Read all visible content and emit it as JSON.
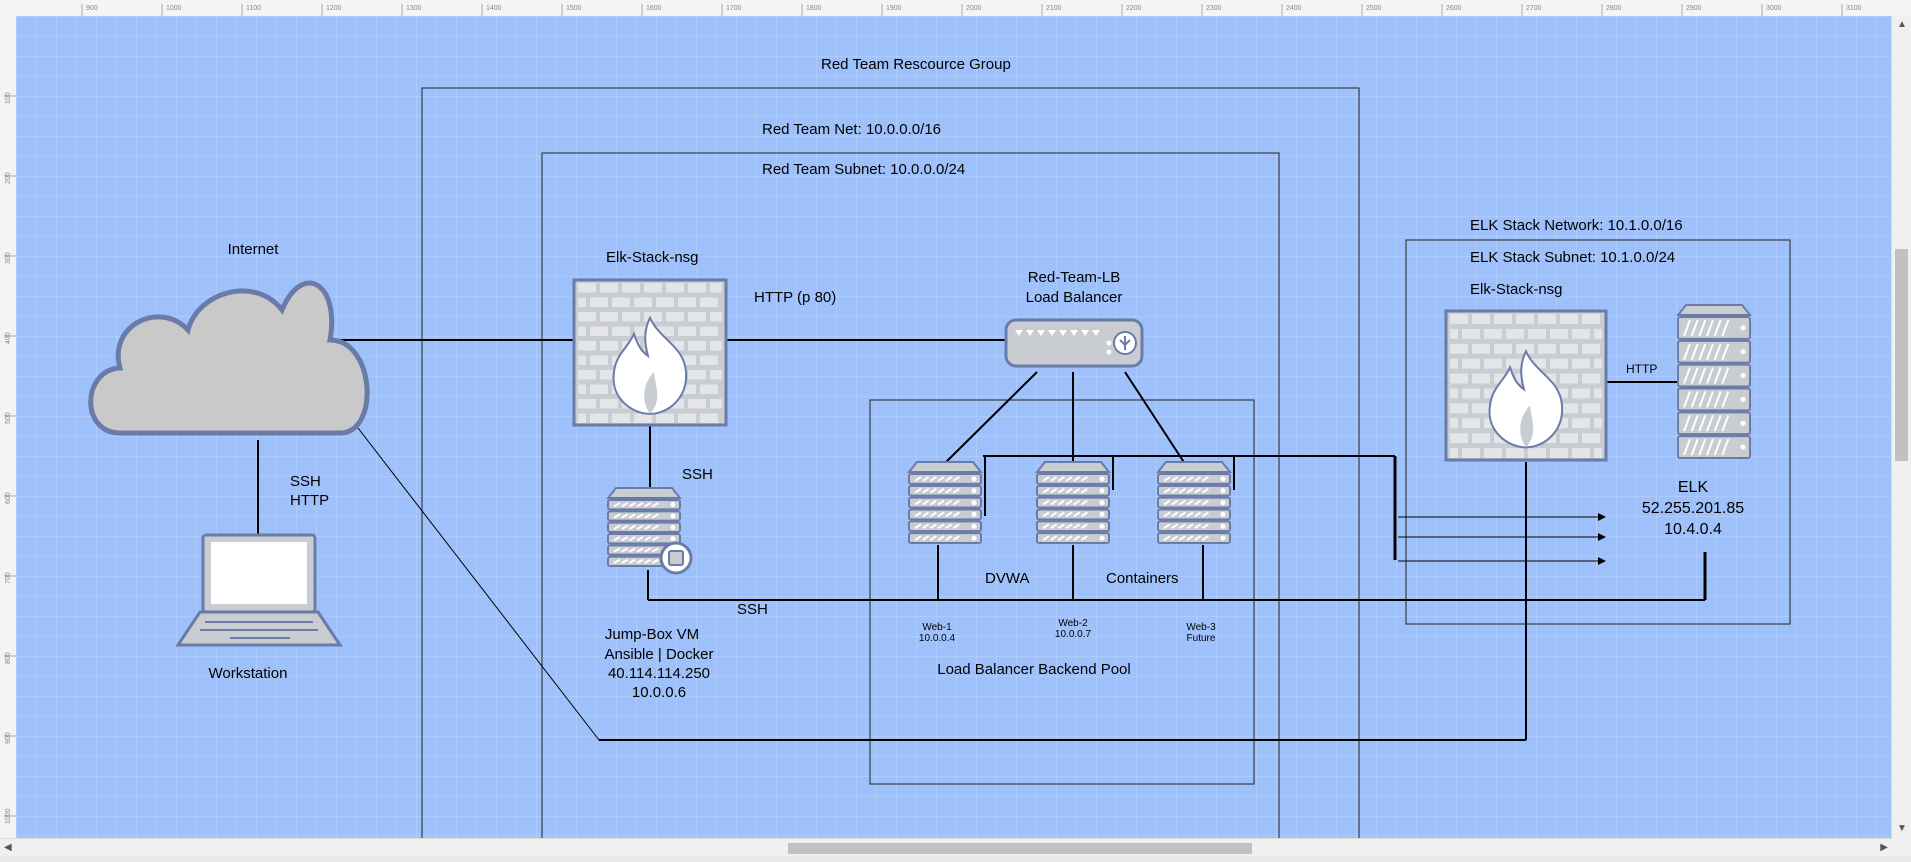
{
  "ruler": {
    "top_ticks": [
      "900",
      "1000",
      "1100",
      "1200",
      "1300",
      "1400",
      "1500",
      "1600",
      "1700",
      "1800",
      "1900",
      "2000",
      "2100",
      "2200",
      "2300",
      "2400",
      "2500",
      "2600",
      "2700",
      "2800",
      "2900",
      "3000",
      "3100"
    ],
    "left_ticks": [
      "100",
      "200",
      "300",
      "400",
      "500",
      "600",
      "700",
      "800",
      "900",
      "1000"
    ]
  },
  "groups": {
    "resource_group": "Red Team Rescource Group",
    "red_net": "Red Team Net: 10.0.0.0/16",
    "red_subnet": "Red Team Subnet: 10.0.0.0/24",
    "elk_network": "ELK Stack Network: 10.1.0.0/16",
    "elk_subnet": "ELK Stack Subnet: 10.1.0.0/24",
    "backend_pool": "Load Balancer Backend Pool"
  },
  "nodes": {
    "internet": "Internet",
    "workstation": "Workstation",
    "nsg_red": "Elk-Stack-nsg",
    "load_balancer": [
      "Red-Team-LB",
      "Load Balancer"
    ],
    "jumpbox": [
      "Jump-Box VM",
      "Ansible | Docker",
      "40.114.114.250",
      "10.0.0.6"
    ],
    "web1": [
      "Web-1",
      "10.0.0.4"
    ],
    "web2": [
      "Web-2",
      "10.0.0.7"
    ],
    "web3": [
      "Web-3",
      "Future"
    ],
    "nsg_elk": "Elk-Stack-nsg",
    "elk": [
      "ELK",
      "52.255.201.85",
      "10.4.0.4"
    ]
  },
  "edge_labels": {
    "ssh_http": [
      "SSH",
      "HTTP"
    ],
    "http_p80": "HTTP (p 80)",
    "ssh_jump": "SSH",
    "ssh_bottom": "SSH",
    "dvwa": "DVWA",
    "containers": "Containers",
    "http_elk": "HTTP"
  },
  "colors": {
    "canvas": "#9fc1fb",
    "device_fill": "#c9ccd1",
    "device_stroke": "#6b7ba8",
    "line": "#000000"
  }
}
